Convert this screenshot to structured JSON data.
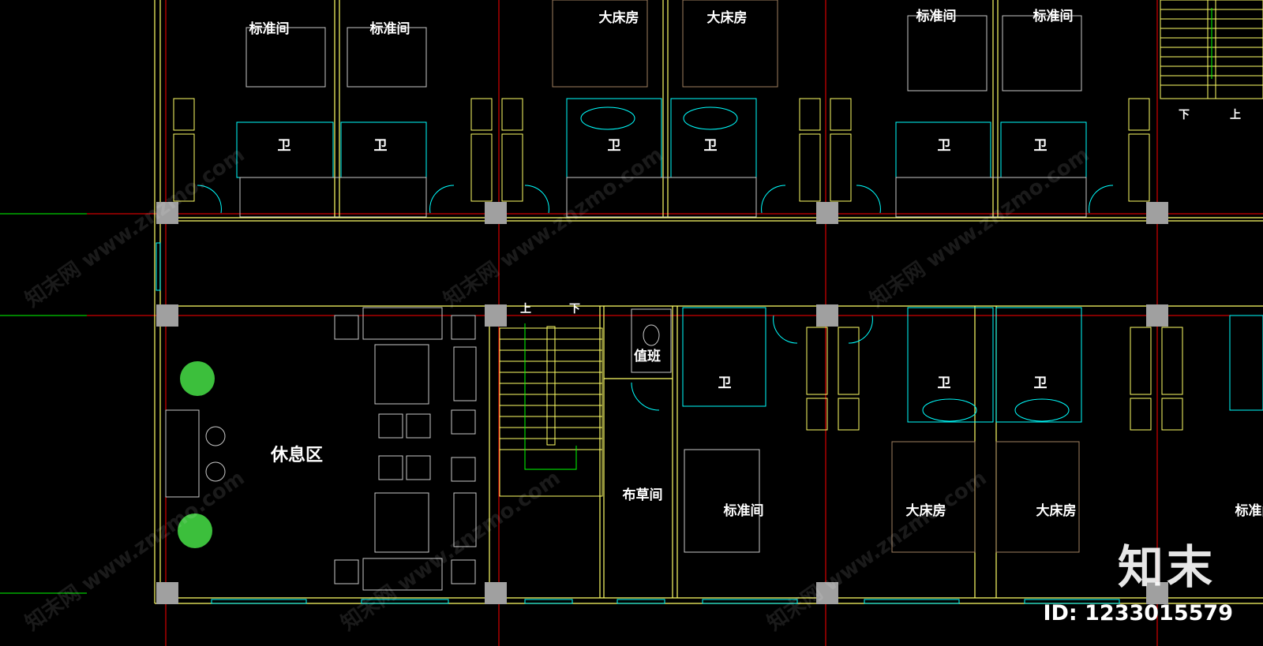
{
  "plan": {
    "rooms_top": [
      {
        "key": "t1",
        "label": "标准间"
      },
      {
        "key": "t2",
        "label": "标准间"
      },
      {
        "key": "t3",
        "label": "大床房"
      },
      {
        "key": "t4",
        "label": "大床房"
      },
      {
        "key": "t5",
        "label": "标准间"
      },
      {
        "key": "t6",
        "label": "标准间"
      }
    ],
    "baths_top": [
      "卫",
      "卫",
      "卫",
      "卫",
      "卫",
      "卫"
    ],
    "baths_bottom": [
      "卫",
      "卫",
      "卫"
    ],
    "rooms_bottom": [
      {
        "key": "b1",
        "label": "标准间"
      },
      {
        "key": "b2",
        "label": "大床房"
      },
      {
        "key": "b3",
        "label": "大床房"
      },
      {
        "key": "b4",
        "label": "标准间"
      }
    ],
    "lounge": "休息区",
    "duty_room": "值班",
    "linen_room": "布草间",
    "stair_top_down": "下",
    "stair_top_up": "上",
    "stair_mid_up": "上",
    "stair_mid_down": "下"
  },
  "watermark": {
    "text": "知末网 www.znzmo.com",
    "brand": "知末",
    "id": "ID: 1233015579"
  },
  "colors": {
    "background": "#000000",
    "axis": "#ff0000",
    "wall": "#ffff66",
    "cyan": "#00ffff",
    "furniture": "#c8c8c8",
    "column": "#a0a0a0",
    "green": "#00ff00"
  }
}
